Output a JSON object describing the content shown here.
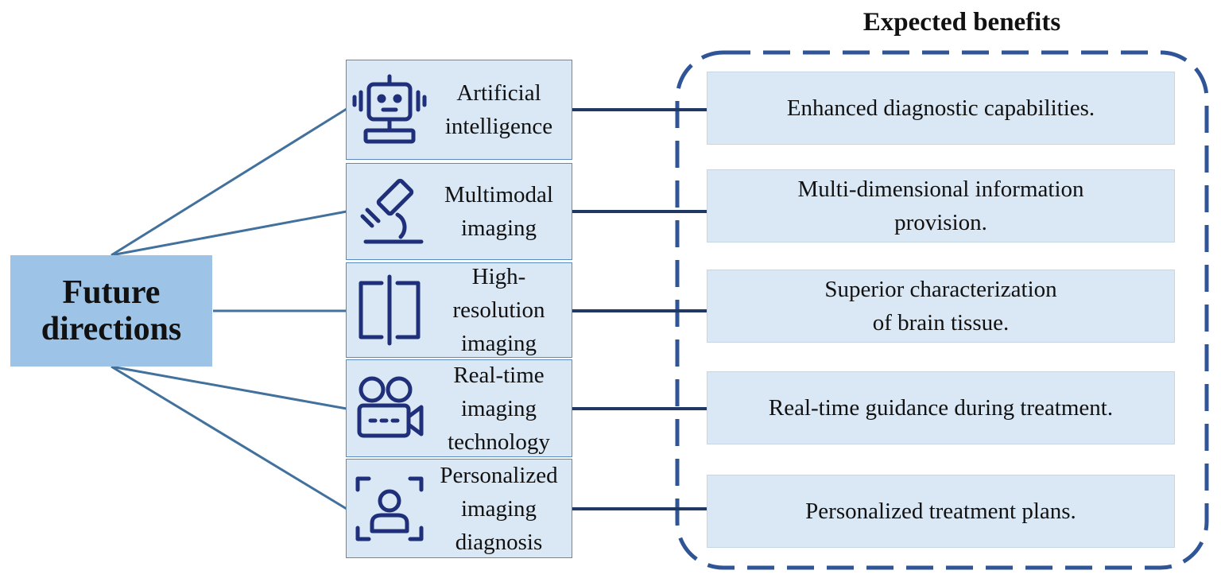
{
  "heading": "Expected benefits",
  "root": "Future\ndirections",
  "directions": [
    {
      "label": "Artificial\nintelligence",
      "icon": "robot-icon",
      "benefit": "Enhanced diagnostic capabilities."
    },
    {
      "label": "Multimodal\nimaging",
      "icon": "microscope-icon",
      "benefit": "Multi-dimensional information\nprovision."
    },
    {
      "label": "High-\nresolution\nimaging",
      "icon": "split-frame-icon",
      "benefit": "Superior characterization\nof brain tissue."
    },
    {
      "label": "Real-time\nimaging\ntechnology",
      "icon": "video-camera-icon",
      "benefit": "Real-time guidance during treatment."
    },
    {
      "label": "Personalized\nimaging\ndiagnosis",
      "icon": "user-scan-icon",
      "benefit": "Personalized treatment plans."
    }
  ],
  "colors": {
    "root_fill": "#9dc3e6",
    "box_fill": "#dae8f5",
    "icon_stroke": "#1f2f7a",
    "arrow": "#1f3864",
    "dashed_border": "#2f5597",
    "connector": "#41719c"
  }
}
